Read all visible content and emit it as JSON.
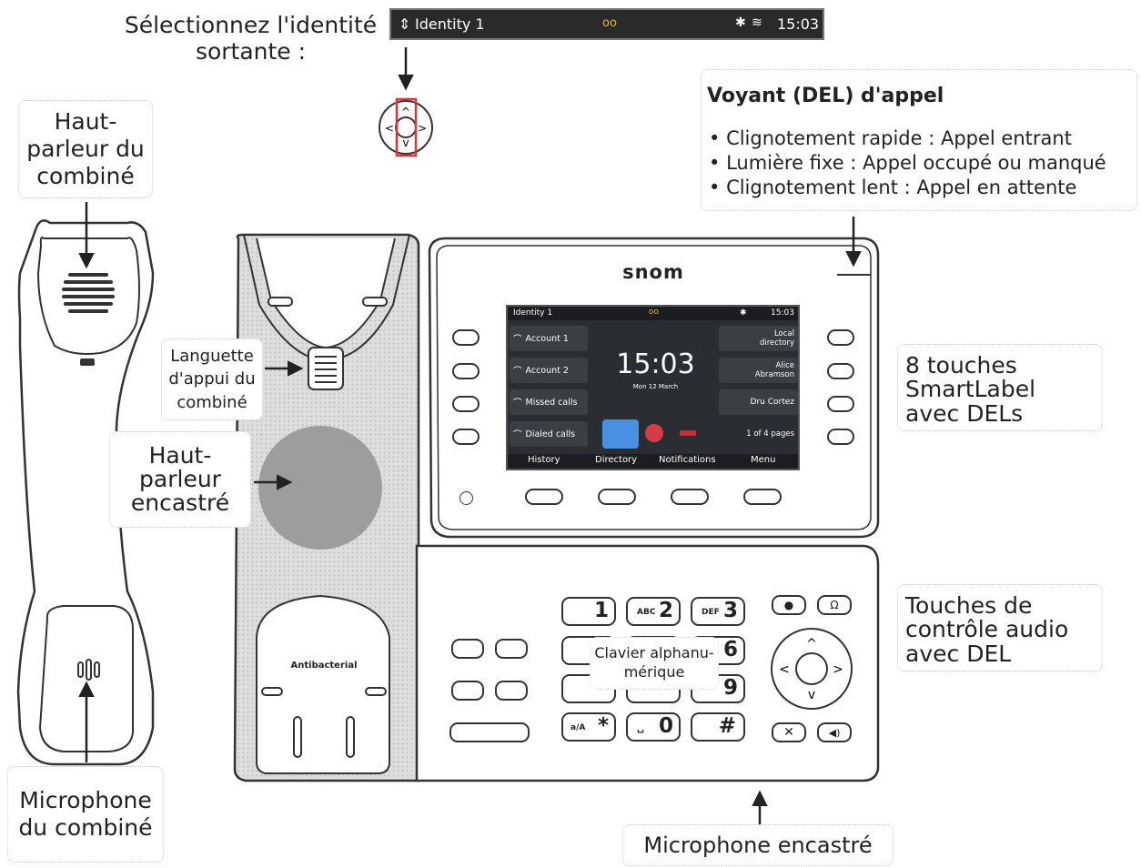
{
  "top_label": {
    "line1": "Sélectionnez l'identité",
    "line2": "sortante :"
  },
  "status_bar": {
    "identity": "Identity 1",
    "time": "15:03"
  },
  "led_callout": {
    "title": "Voyant (DEL) d'appel",
    "items": [
      "Clignotement rapide : Appel entrant",
      "Lumière fixe : Appel occupé ou manqué",
      "Clignotement lent : Appel en attente"
    ]
  },
  "labels": {
    "handset_speaker": {
      "line1": "Haut-",
      "line2": "parleur du",
      "line3": "combiné"
    },
    "handset_tab": {
      "line1": "Languette",
      "line2": "d'appui du",
      "line3": "combiné"
    },
    "builtin_speaker": {
      "line1": "Haut-",
      "line2": "parleur",
      "line3": "encastré"
    },
    "smartlabel": {
      "line1": "8 touches",
      "line2": "SmartLabel",
      "line3": "avec DELs"
    },
    "audio_keys": {
      "line1": "Touches de",
      "line2": "contrôle audio",
      "line3": "avec DEL"
    },
    "handset_mic": {
      "line1": "Microphone",
      "line2": "du combiné"
    },
    "builtin_mic": "Microphone encastré",
    "keypad": {
      "line1": "Clavier alphanu-",
      "line2": "mérique"
    }
  },
  "phone": {
    "brand": "snom",
    "cradle_text": "Antibacterial",
    "screen": {
      "identity": "Identity 1",
      "status_time": "15:03",
      "clock": "15:03",
      "date": "Mon 12 March",
      "left_items": [
        "Account 1",
        "Account 2",
        "Missed calls",
        "Dialed calls"
      ],
      "right_items": [
        {
          "line1": "Local",
          "line2": "directory"
        },
        {
          "line1": "Alice",
          "line2": "Abramson"
        },
        {
          "line1": "Dru Cortez",
          "line2": ""
        }
      ],
      "pages": "1 of 4 pages",
      "footer": [
        "History",
        "Directory",
        "Notifications",
        "Menu"
      ]
    },
    "keypad": [
      {
        "digit": "1",
        "letters": ""
      },
      {
        "digit": "2",
        "letters": "ABC"
      },
      {
        "digit": "3",
        "letters": "DEF"
      },
      {
        "digit": "6",
        "letters": ""
      },
      {
        "digit": "9",
        "letters": ""
      },
      {
        "digit": "*",
        "letters": "a/A"
      },
      {
        "digit": "0",
        "letters": "␣"
      },
      {
        "digit": "#",
        "letters": ""
      }
    ]
  }
}
